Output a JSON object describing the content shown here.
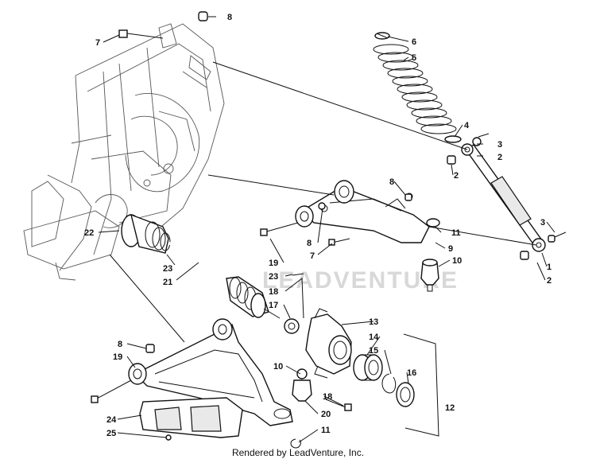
{
  "diagram": {
    "callouts": [
      {
        "id": "c8a",
        "text": "8"
      },
      {
        "id": "c7a",
        "text": "7"
      },
      {
        "id": "c6",
        "text": "6"
      },
      {
        "id": "c5",
        "text": "5"
      },
      {
        "id": "c4",
        "text": "4"
      },
      {
        "id": "c3a",
        "text": "3"
      },
      {
        "id": "c2a",
        "text": "2"
      },
      {
        "id": "c2b",
        "text": "2"
      },
      {
        "id": "c8b",
        "text": "8"
      },
      {
        "id": "c11a",
        "text": "11"
      },
      {
        "id": "c9",
        "text": "9"
      },
      {
        "id": "c10a",
        "text": "10"
      },
      {
        "id": "c8c",
        "text": "8"
      },
      {
        "id": "c7b",
        "text": "7"
      },
      {
        "id": "c19a",
        "text": "19"
      },
      {
        "id": "c23a",
        "text": "23"
      },
      {
        "id": "c18a",
        "text": "18"
      },
      {
        "id": "c17",
        "text": "17"
      },
      {
        "id": "c22",
        "text": "22"
      },
      {
        "id": "c23b",
        "text": "23"
      },
      {
        "id": "c21",
        "text": "21"
      },
      {
        "id": "c3b",
        "text": "3"
      },
      {
        "id": "c1",
        "text": "1"
      },
      {
        "id": "c2c",
        "text": "2"
      },
      {
        "id": "c13",
        "text": "13"
      },
      {
        "id": "c14",
        "text": "14"
      },
      {
        "id": "c15",
        "text": "15"
      },
      {
        "id": "c16",
        "text": "16"
      },
      {
        "id": "c12",
        "text": "12"
      },
      {
        "id": "c8d",
        "text": "8"
      },
      {
        "id": "c19b",
        "text": "19"
      },
      {
        "id": "c10b",
        "text": "10"
      },
      {
        "id": "c18b",
        "text": "18"
      },
      {
        "id": "c20",
        "text": "20"
      },
      {
        "id": "c11b",
        "text": "11"
      },
      {
        "id": "c24",
        "text": "24"
      },
      {
        "id": "c25",
        "text": "25"
      }
    ],
    "watermark": "LEADVENTURE",
    "footer": "Rendered by LeadVenture, Inc."
  }
}
